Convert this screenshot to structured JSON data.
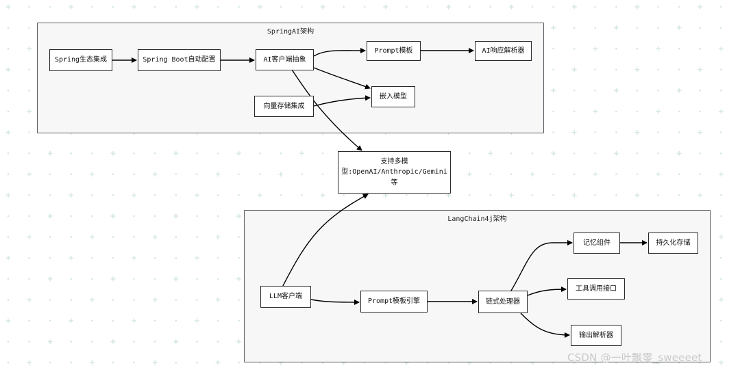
{
  "groups": {
    "springai": {
      "title": "SpringAI架构"
    },
    "langchain4j": {
      "title": "LangChain4j架构"
    }
  },
  "nodes": {
    "spring_ecosystem": "Spring生态集成",
    "spring_boot_autoconfig": "Spring Boot自动配置",
    "ai_client_abstraction": "AI客户端抽象",
    "prompt_template": "Prompt模板",
    "ai_response_parser": "AI响应解析器",
    "embedding_model": "嵌入模型",
    "vector_store": "向量存储集成",
    "multi_model": "支持多模型:OpenAI/Anthropic/Gemini等",
    "llm_client": "LLM客户端",
    "prompt_template_engine": "Prompt模板引擎",
    "chain_processor": "链式处理器",
    "memory_component": "记忆组件",
    "persistent_storage": "持久化存储",
    "tool_call_interface": "工具调用接口",
    "output_parser": "输出解析器"
  },
  "watermark": "CSDN @一叶飘零_sweeeet",
  "colors": {
    "dot": "#d3e6e3",
    "group_fill": "#f7f7f8",
    "group_border": "#55585e",
    "edge": "#000000"
  }
}
